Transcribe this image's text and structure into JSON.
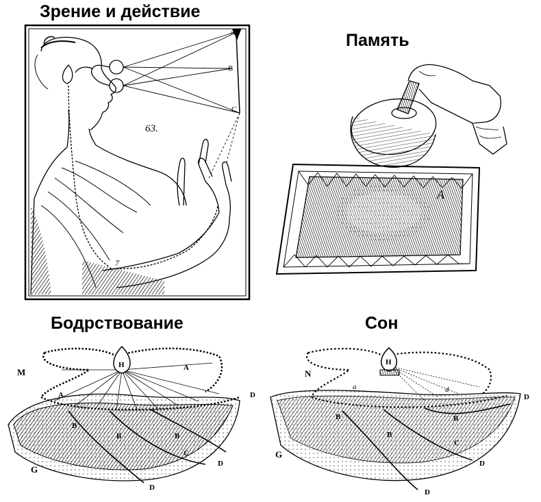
{
  "titles": {
    "vision": "Зрение и действие",
    "memory": "Память",
    "waking": "Бодрствование",
    "sleep": "Сон"
  },
  "labels": {
    "vision_number": "63.",
    "vision_a": "A",
    "vision_b": "B",
    "vision_c": "C",
    "vision_7": "7",
    "memory_a": "A",
    "waking_h": "H",
    "waking_m": "M",
    "waking_a1": "A",
    "waking_a2": "A",
    "waking_b1": "B",
    "waking_b2": "B",
    "waking_b3": "B",
    "waking_c": "C",
    "waking_d1": "D",
    "waking_d2": "D",
    "waking_d3": "D",
    "waking_g": "G",
    "sleep_h": "H",
    "sleep_n": "N",
    "sleep_a1": "a",
    "sleep_a2": "d",
    "sleep_b1": "B",
    "sleep_b2": "B",
    "sleep_b3": "B",
    "sleep_c": "C",
    "sleep_d1": "D",
    "sleep_d2": "D",
    "sleep_d3": "D",
    "sleep_g": "G"
  }
}
